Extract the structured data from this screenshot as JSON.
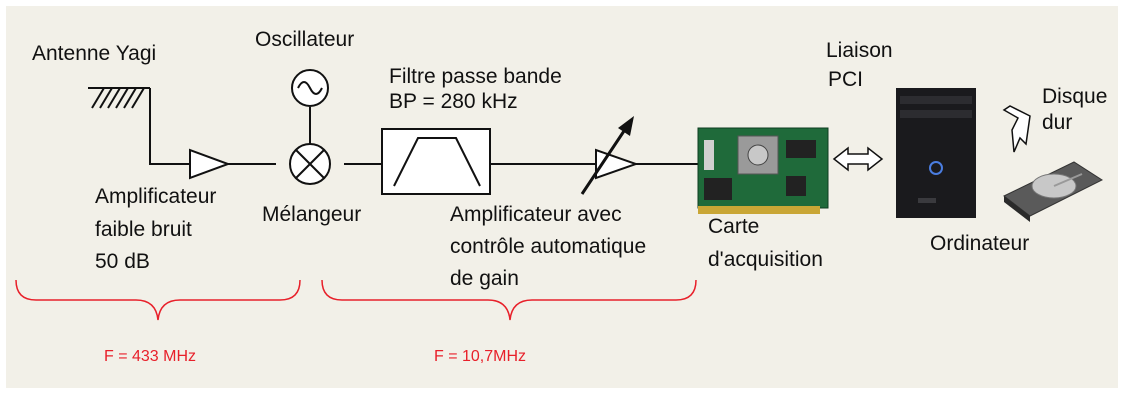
{
  "labels": {
    "antenna": "Antenne Yagi",
    "oscillator": "Oscillateur",
    "filter_line1": "Filtre passe bande",
    "filter_line2": "BP = 280 kHz",
    "lna_line1": "Amplificateur",
    "lna_line2": "faible bruit",
    "lna_line3": "50 dB",
    "mixer": "Mélangeur",
    "agc_line1": "Amplificateur avec",
    "agc_line2": "contrôle automatique",
    "agc_line3": "de gain",
    "card_line1": "Carte",
    "card_line2": "d'acquisition",
    "pci_line1": "Liaison",
    "pci_line2": "PCI",
    "computer": "Ordinateur",
    "disk_line1": "Disque",
    "disk_line2": "dur"
  },
  "frequencies": {
    "rf": "F = 433 MHz",
    "if": "F = 10,7MHz"
  },
  "colors": {
    "background": "#f2f0e8",
    "brace": "#e8202a",
    "line": "#111111"
  }
}
